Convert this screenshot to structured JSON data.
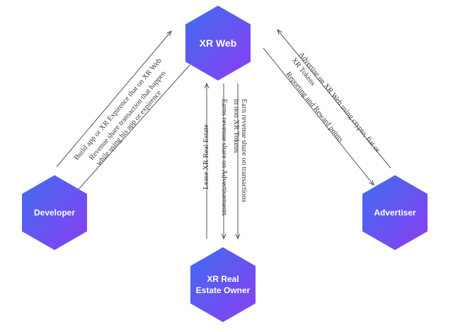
{
  "nodes": {
    "xr_web": {
      "label": "XR Web",
      "gradient": [
        "#3f6df2",
        "#8a3ef0"
      ]
    },
    "developer": {
      "label": "Developer",
      "gradient": [
        "#3f6df2",
        "#8a3ef0"
      ]
    },
    "advertiser": {
      "label": "Advertiser",
      "gradient": [
        "#3f6df2",
        "#8a3ef0"
      ]
    },
    "owner": {
      "label": "XR Real\nEstate Owner",
      "gradient": [
        "#3f6df2",
        "#8a3ef0"
      ]
    }
  },
  "edges": {
    "developer_to_xrweb": "Build app or XR Expirence that on XR Web",
    "xrweb_to_developer_1": "Revenue share transaction that happen",
    "xrweb_to_developer_2": "while using his app or expirence",
    "owner_to_xrweb": "Lease XR Real Estate",
    "xrweb_to_owner_ads": "Earns revenue share on Advertisements",
    "xrweb_to_owner_tx_1": "Earn revenue share on transactions",
    "xrweb_to_owner_tx_2": "in non XR Tokens",
    "advertiser_to_xrweb_1": "Advertise on XR Web using crypto, fiat or",
    "advertiser_to_xrweb_2": "XR Tokens",
    "xrweb_to_advertiser": "Reporting and Reward points"
  },
  "colors": {
    "line": "#555555",
    "text": "#3a3a3a",
    "node_text": "#ffffff"
  }
}
